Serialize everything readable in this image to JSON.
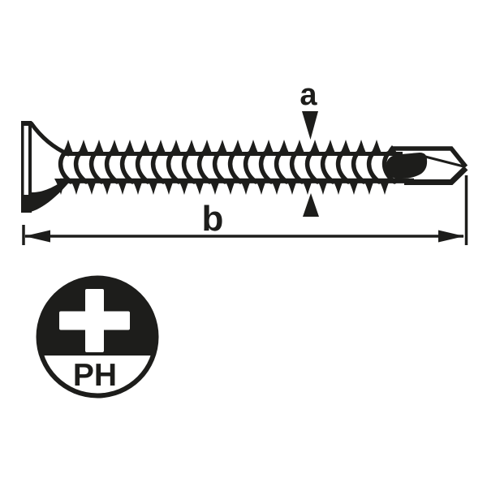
{
  "diagram": {
    "title": "self-drilling-screw-technical-drawing",
    "dimension_a_label": "a",
    "dimension_b_label": "b",
    "drive_badge": {
      "label": "PH",
      "icon": "phillips-cross"
    }
  },
  "colors": {
    "ink": "#1d1d1b",
    "background": "#ffffff"
  }
}
